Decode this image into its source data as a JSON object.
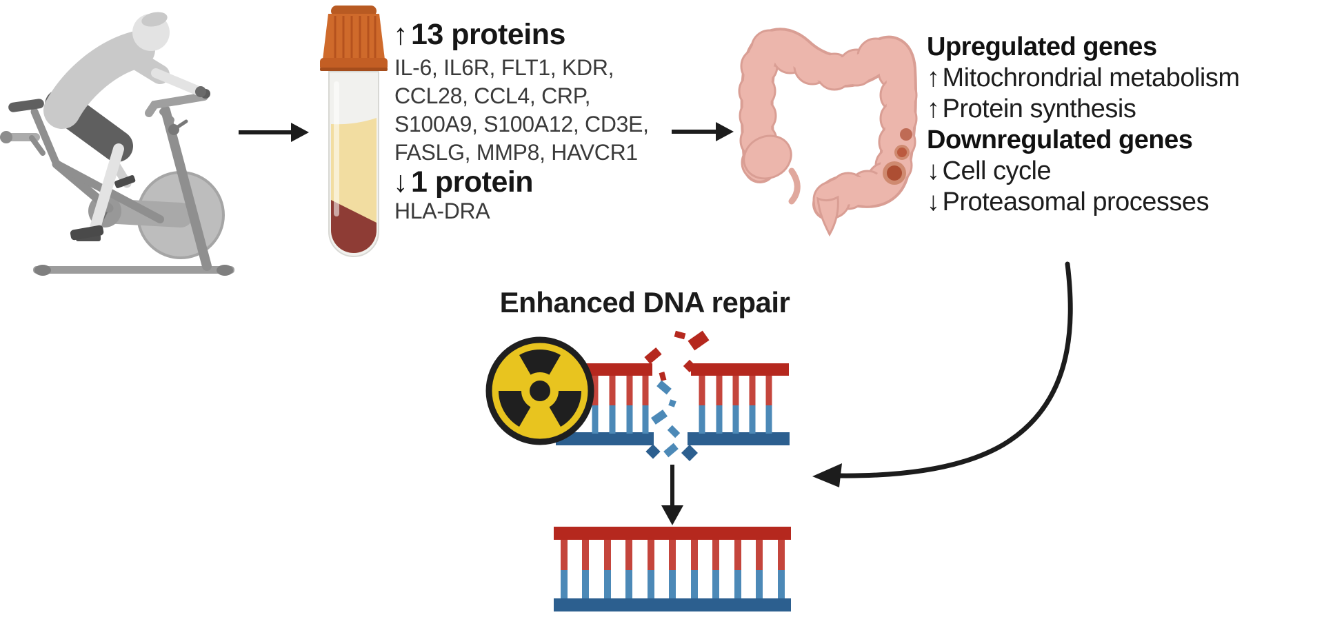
{
  "diagram_title": "Exercise blood-proteome and colon gene-expression diagram",
  "protein_panel": {
    "up_arrow": "↑",
    "up_heading": "13 proteins",
    "up_list_lines": [
      "IL-6, IL6R, FLT1, KDR,",
      "CCL28, CCL4, CRP,",
      "S100A9, S100A12, CD3E,",
      "FASLG, MMP8, HAVCR1"
    ],
    "down_arrow": "↓",
    "down_heading": "1 protein",
    "down_list_lines": [
      "HLA-DRA"
    ]
  },
  "genes_panel": {
    "up_heading": "Upregulated genes",
    "up_items": [
      {
        "arrow": "↑",
        "label": "Mitochrondrial metabolism"
      },
      {
        "arrow": "↑",
        "label": "Protein synthesis"
      }
    ],
    "down_heading": "Downregulated genes",
    "down_items": [
      {
        "arrow": "↓",
        "label": "Cell cycle"
      },
      {
        "arrow": "↓",
        "label": "Proteasomal processes"
      }
    ]
  },
  "dna_panel": {
    "title": "Enhanced DNA repair"
  },
  "icons": {
    "left": "exercise-bike-person",
    "middle": "blood-sample-tube",
    "right": "colon-with-polyps",
    "bottom": [
      "radiation-hazard",
      "damaged-dna",
      "repaired-dna"
    ]
  },
  "colors": {
    "background": "#ffffff",
    "arrow_black": "#1c1c1c",
    "tube_cap_orange": "#cf6a2b",
    "plasma_yellow": "#f2dda1",
    "blood_red": "#8e3c35",
    "colon_pink": "#ecb6ac",
    "colon_outline": "#d99e94",
    "polyp_brown": "#bf6b55",
    "radiation_yellow": "#e8c41f",
    "dna_rail_red": "#b5281e",
    "dna_rung_red": "#c4453c",
    "dna_rail_blue": "#2c5f8f",
    "dna_rung_blue": "#4c89b7"
  }
}
